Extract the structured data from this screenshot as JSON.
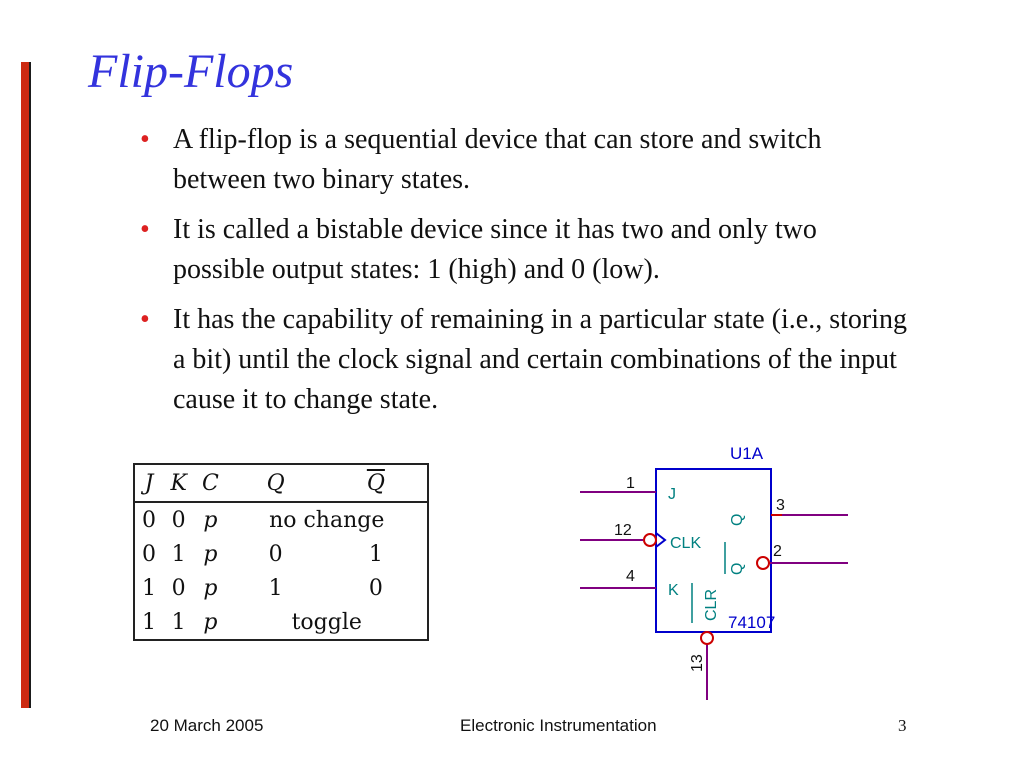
{
  "slide": {
    "title": "Flip-Flops",
    "bullets": [
      "A flip-flop is a sequential device that can store and switch between two binary states.",
      "It is called a bistable device since it has two and only two possible output states: 1 (high) and 0 (low).",
      "It has the capability of remaining in a particular state (i.e., storing a bit) until the clock signal and certain combinations of the input cause it to change state."
    ]
  },
  "truth_table": {
    "headers": [
      "J",
      "K",
      "C",
      "Q",
      "Q"
    ],
    "rows": [
      {
        "j": "0",
        "k": "0",
        "c": "p",
        "result": "no change"
      },
      {
        "j": "0",
        "k": "1",
        "c": "p",
        "q": "0",
        "qbar": "1"
      },
      {
        "j": "1",
        "k": "0",
        "c": "p",
        "q": "1",
        "qbar": "0"
      },
      {
        "j": "1",
        "k": "1",
        "c": "p",
        "result": "toggle"
      }
    ]
  },
  "circuit": {
    "ref": "U1A",
    "part": "74107",
    "pins": {
      "j": "J",
      "clk": "CLK",
      "k": "K",
      "clr": "CLR",
      "q": "Q",
      "qbar": "Q"
    },
    "pin_numbers": {
      "j": "1",
      "clk": "12",
      "k": "4",
      "q": "3",
      "qbar": "2",
      "clr": "13"
    }
  },
  "footer": {
    "date": "20 March 2005",
    "center": "Electronic Instrumentation",
    "page": "3"
  },
  "colors": {
    "title": "#3333dd",
    "bullet": "#dd2222",
    "accent_bar": "#cc2a12",
    "wire": "#800080",
    "pin_label": "#008080",
    "chip_outline": "#0000cc",
    "ref_label": "#0000cc",
    "inverter_bubble": "#cc0000"
  }
}
